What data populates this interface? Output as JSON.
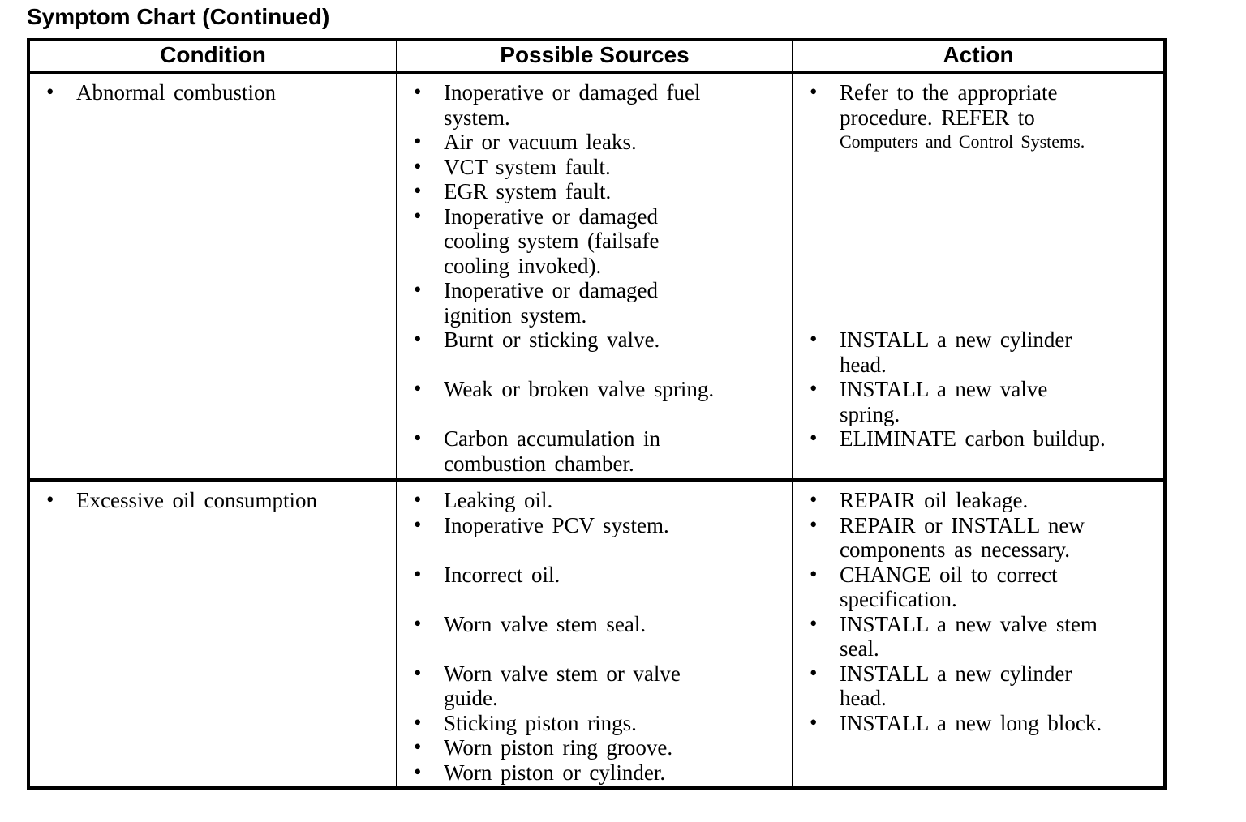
{
  "title": "Symptom Chart (Continued)",
  "colors": {
    "text": "#000000",
    "background": "#ffffff",
    "border": "#000000"
  },
  "table": {
    "headers": [
      "Condition",
      "Possible Sources",
      "Action"
    ],
    "rows": [
      {
        "condition": [
          {
            "text": "Abnormal combustion"
          }
        ],
        "sources": [
          {
            "text": "Inoperative or damaged fuel\nsystem."
          },
          {
            "text": "Air or vacuum leaks."
          },
          {
            "text": "VCT system fault."
          },
          {
            "text": "EGR system fault."
          },
          {
            "text": "Inoperative or damaged\ncooling system (failsafe\ncooling invoked)."
          },
          {
            "text": "Inoperative or damaged\nignition system."
          },
          {
            "text": "Burnt or sticking valve."
          },
          {
            "text": "Weak or broken valve spring.",
            "gap": 1
          },
          {
            "text": "Carbon accumulation in\ncombustion chamber.",
            "gap": 1
          }
        ],
        "actions": [
          {
            "text": "Refer to the appropriate\nprocedure. REFER to",
            "small_text": "Computers and Control Systems."
          },
          {
            "text": "INSTALL a new cylinder\nhead.",
            "gap": 7
          },
          {
            "text": "INSTALL a new valve\nspring."
          },
          {
            "text": "ELIMINATE carbon buildup."
          }
        ]
      },
      {
        "condition": [
          {
            "text": "Excessive oil consumption"
          }
        ],
        "sources": [
          {
            "text": "Leaking oil."
          },
          {
            "text": "Inoperative PCV system."
          },
          {
            "text": "Incorrect oil.",
            "gap": 1
          },
          {
            "text": "Worn valve stem seal.",
            "gap": 1
          },
          {
            "text": "Worn valve stem or valve\nguide.",
            "gap": 1
          },
          {
            "text": "Sticking piston rings."
          },
          {
            "text": "Worn piston ring groove."
          },
          {
            "text": "Worn piston or cylinder."
          }
        ],
        "actions": [
          {
            "text": "REPAIR oil leakage."
          },
          {
            "text": "REPAIR or INSTALL new\ncomponents as necessary."
          },
          {
            "text": "CHANGE oil to correct\nspecification."
          },
          {
            "text": "INSTALL a new valve stem\nseal."
          },
          {
            "text": "INSTALL a new cylinder\nhead."
          },
          {
            "text": "INSTALL a new long block."
          }
        ]
      }
    ]
  }
}
